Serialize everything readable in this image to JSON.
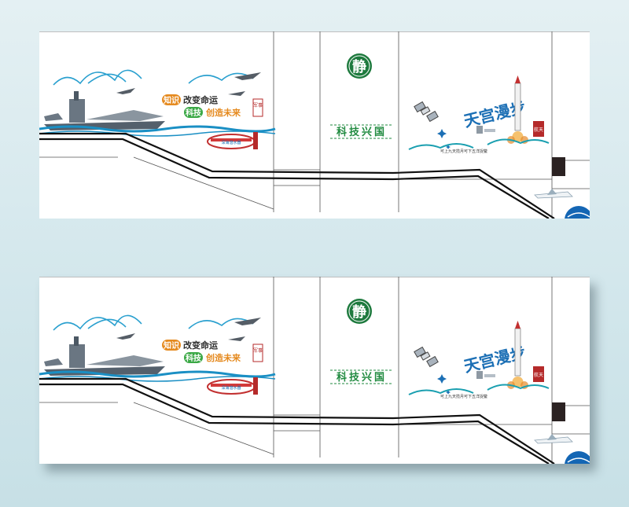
{
  "panels": [
    {
      "id": "top"
    },
    {
      "id": "bottom"
    }
  ],
  "texts": {
    "seal_char": "静",
    "slogan_line1_badge": "知识",
    "slogan_line1_rest": "改变命运",
    "slogan_line2_badge": "科技",
    "slogan_line2_rest": "创造未来",
    "military_tag": "军事",
    "submarine_label": "深海潜水器",
    "center_banner": "科技兴国",
    "space_title": "天宫漫步",
    "space_tag": "航天",
    "space_caption_left": "可上九天揽月",
    "space_caption_right": "可下五洋捉鳖"
  },
  "colors": {
    "seal_green": "#1e7a3e",
    "wave_blue": "#1a8fc4",
    "cloud_blue": "#2aa0cf",
    "banner_green": "#1f8a3f",
    "space_blue": "#1b6fb5",
    "tag_red": "#b52a2a",
    "badge_orange": "#e58a1f",
    "badge_green": "#3aa845",
    "rail_black": "#111111"
  },
  "icons": [
    "aircraft-carrier-icon",
    "fighter-jet-icon",
    "submarine-icon",
    "space-station-icon",
    "rocket-icon",
    "airliner-icon",
    "satellite-icon",
    "seal-icon"
  ]
}
